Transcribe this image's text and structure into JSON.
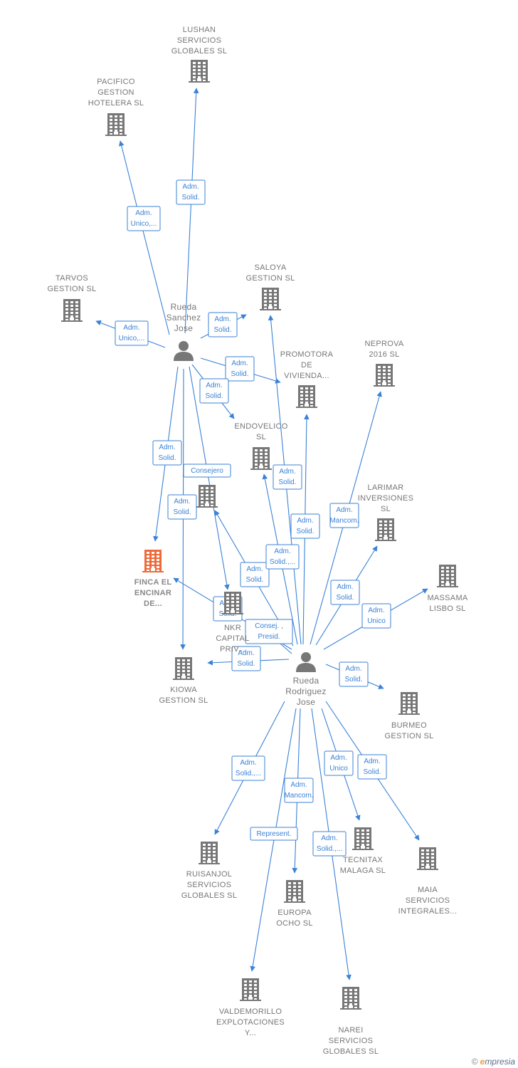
{
  "colors": {
    "edge": "#3b82d6",
    "company": "#777777",
    "focus_company": "#ee6a3a",
    "person": "#777777"
  },
  "persons": [
    {
      "id": "rs",
      "lines": [
        "Rueda",
        "Sanchez",
        "Jose"
      ]
    },
    {
      "id": "rr",
      "lines": [
        "Rueda",
        "Rodriguez",
        "Jose"
      ]
    }
  ],
  "companies": [
    {
      "id": "lushan",
      "lines": [
        "LUSHAN",
        "SERVICIOS",
        "GLOBALES  SL"
      ]
    },
    {
      "id": "pacifico",
      "lines": [
        "PACIFICO",
        "GESTION",
        "HOTELERA SL"
      ]
    },
    {
      "id": "tarvos",
      "lines": [
        "TARVOS",
        "GESTION  SL"
      ]
    },
    {
      "id": "saloya",
      "lines": [
        "SALOYA",
        "GESTION  SL"
      ]
    },
    {
      "id": "promotora",
      "lines": [
        "PROMOTORA",
        "DE",
        "VIVIENDA..."
      ]
    },
    {
      "id": "neprova",
      "lines": [
        "NEPROVA",
        "2016  SL"
      ]
    },
    {
      "id": "endovelico",
      "lines": [
        "ENDOVELICO",
        "SL"
      ]
    },
    {
      "id": "larimar",
      "lines": [
        "LARIMAR",
        "INVERSIONES",
        "SL"
      ]
    },
    {
      "id": "massama",
      "lines": [
        "MASSAMA",
        "LISBO  SL"
      ]
    },
    {
      "id": "finca",
      "lines": [
        "FINCA EL",
        "ENCINAR",
        "DE..."
      ],
      "focus": true
    },
    {
      "id": "nkr",
      "lines": [
        "NKR",
        "CAPITAL",
        "PRIV..."
      ]
    },
    {
      "id": "consejero_co",
      "lines": []
    },
    {
      "id": "kiowa",
      "lines": [
        "KIOWA",
        "GESTION  SL"
      ]
    },
    {
      "id": "burmeo",
      "lines": [
        "BURMEO",
        "GESTION  SL"
      ]
    },
    {
      "id": "ruisanjol",
      "lines": [
        "RUISANJOL",
        "SERVICIOS",
        "GLOBALES SL"
      ]
    },
    {
      "id": "tecnitax",
      "lines": [
        "TECNITAX",
        "MALAGA  SL"
      ]
    },
    {
      "id": "maia",
      "lines": [
        "MAIA",
        "SERVICIOS",
        "INTEGRALES..."
      ]
    },
    {
      "id": "europa",
      "lines": [
        "EUROPA",
        "OCHO  SL"
      ]
    },
    {
      "id": "valdemorillo",
      "lines": [
        "VALDEMORILLO",
        "EXPLOTACIONES",
        "Y..."
      ]
    },
    {
      "id": "narei",
      "lines": [
        "NAREI",
        "SERVICIOS",
        "GLOBALES  SL"
      ]
    }
  ],
  "edges": [
    {
      "from": "rs",
      "to": "lushan",
      "label": [
        "Adm.",
        "Solid."
      ]
    },
    {
      "from": "rs",
      "to": "pacifico",
      "label": [
        "Adm.",
        "Unico,..."
      ]
    },
    {
      "from": "rs",
      "to": "tarvos",
      "label": [
        "Adm.",
        "Unico,..."
      ]
    },
    {
      "from": "rs",
      "to": "saloya",
      "label": [
        "Adm.",
        "Solid."
      ]
    },
    {
      "from": "rs",
      "to": "promotora",
      "label": [
        "Adm.",
        "Solid."
      ]
    },
    {
      "from": "rs",
      "to": "endovelico",
      "label": [
        "Adm.",
        "Solid."
      ]
    },
    {
      "from": "rs",
      "to": "finca",
      "label": [
        "Adm.",
        "Solid."
      ]
    },
    {
      "from": "rs",
      "to": "nkr",
      "label": [
        "Consejero"
      ]
    },
    {
      "from": "rs",
      "to": "kiowa",
      "label": [
        "Adm.",
        "Solid."
      ]
    },
    {
      "from": "rr",
      "to": "saloya",
      "label": [
        "Adm.",
        "Solid."
      ]
    },
    {
      "from": "rr",
      "to": "endovelico",
      "label": [
        "Adm.",
        "Solid."
      ]
    },
    {
      "from": "rr",
      "to": "promotora",
      "label": [
        "Adm.",
        "Solid."
      ]
    },
    {
      "from": "rr",
      "to": "neprova",
      "label": [
        "Adm.",
        "Mancom."
      ]
    },
    {
      "from": "rr",
      "to": "consejero_co",
      "label": [
        "Adm.",
        "Solid.,..."
      ]
    },
    {
      "from": "rr",
      "to": "finca",
      "label": [
        "Adm.",
        "Solid."
      ]
    },
    {
      "from": "rr",
      "to": "larimar",
      "label": [
        "Adm.",
        "Solid."
      ]
    },
    {
      "from": "rr",
      "to": "massama",
      "label": [
        "Adm.",
        "Unico"
      ]
    },
    {
      "from": "rr",
      "to": "nkr",
      "label": [
        "Consej. ,",
        "Presid."
      ]
    },
    {
      "from": "rr",
      "to": "kiowa",
      "label": [
        "Adm.",
        "Solid."
      ]
    },
    {
      "from": "rr",
      "to": "burmeo",
      "label": [
        "Adm.",
        "Solid."
      ]
    },
    {
      "from": "rr",
      "to": "ruisanjol",
      "label": [
        "Adm.",
        "Solid.,..."
      ]
    },
    {
      "from": "rr",
      "to": "europa",
      "label": [
        "Adm.",
        "Mancom."
      ]
    },
    {
      "from": "rr",
      "to": "tecnitax",
      "label": [
        "Adm.",
        "Unico"
      ]
    },
    {
      "from": "rr",
      "to": "maia",
      "label": [
        "Adm.",
        "Solid."
      ]
    },
    {
      "from": "rr",
      "to": "valdemorillo",
      "label": [
        "Represent."
      ]
    },
    {
      "from": "rr",
      "to": "narei",
      "label": [
        "Adm.",
        "Solid.,..."
      ]
    }
  ],
  "footer": {
    "copyright": "©",
    "brand_initial": "e",
    "brand_rest": "mpresia"
  }
}
